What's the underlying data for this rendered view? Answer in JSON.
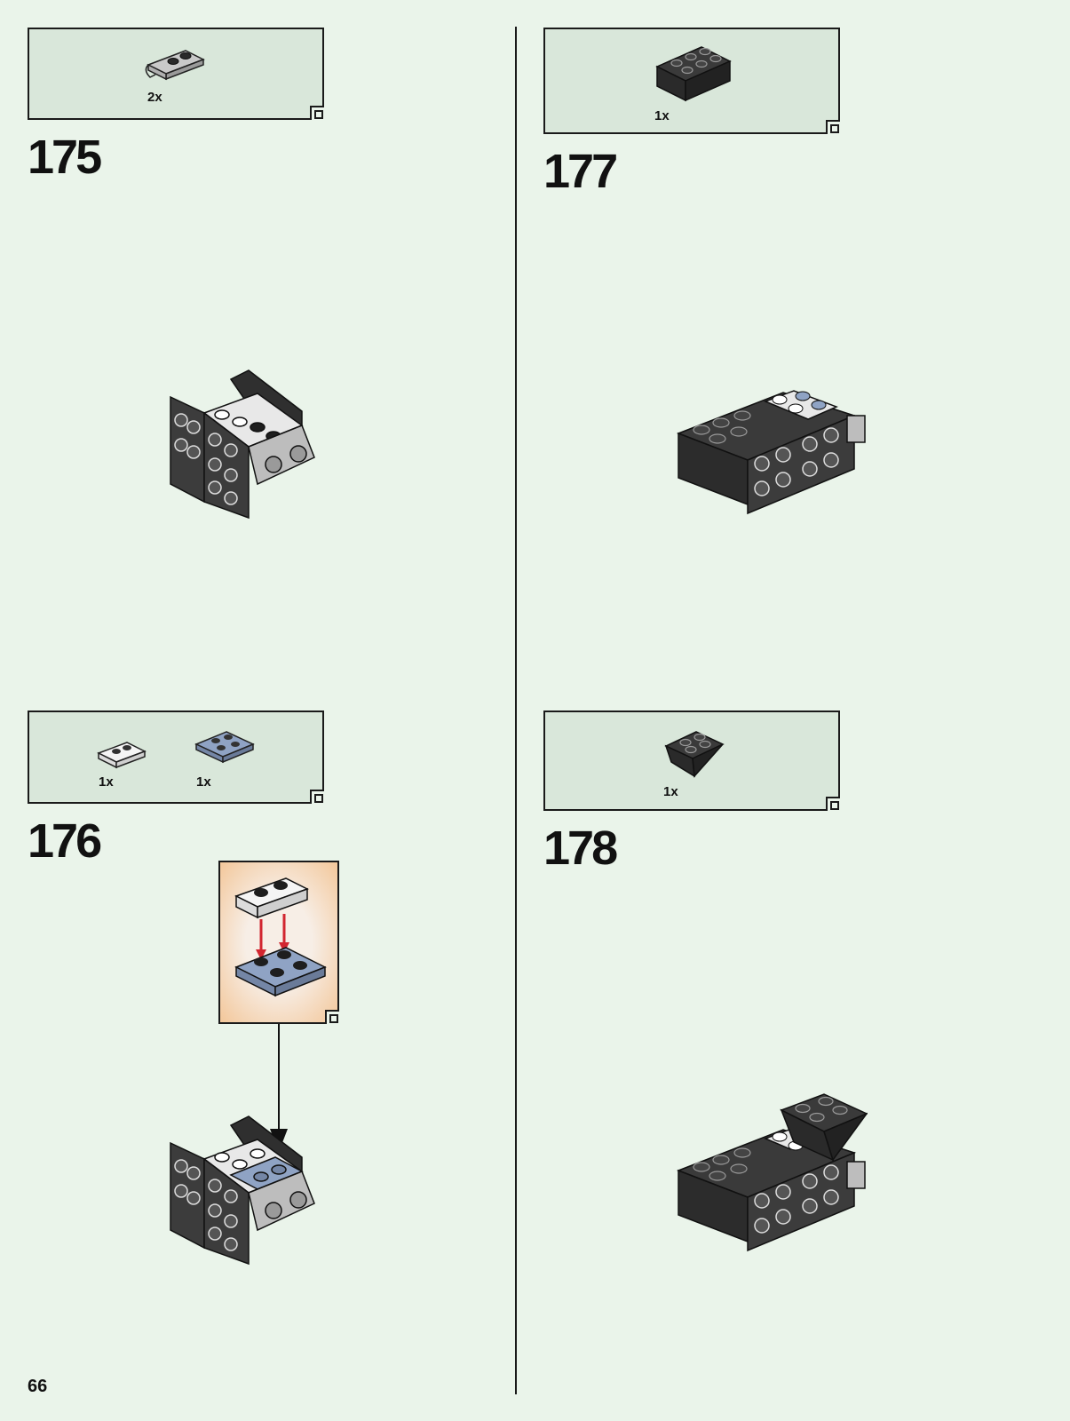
{
  "page_number": "66",
  "colors": {
    "background": "#eaf4ea",
    "callout_fill": "#d9e7da",
    "subassembly_fill": "#f7eee6",
    "arrow_red": "#d22630",
    "brick_dark": "#3a3a3a",
    "brick_light_gray": "#bdbdbd",
    "brick_blue": "#8fa3c4",
    "brick_white": "#f2f2f2"
  },
  "steps": [
    {
      "number": "175",
      "parts": [
        {
          "name": "light-gray-plate-with-clip",
          "qty": "2x"
        }
      ]
    },
    {
      "number": "176",
      "parts": [
        {
          "name": "white-plate-1x2",
          "qty": "1x"
        },
        {
          "name": "sand-blue-plate-2x2",
          "qty": "1x"
        }
      ]
    },
    {
      "number": "177",
      "parts": [
        {
          "name": "dark-brick-2x3",
          "qty": "1x"
        }
      ]
    },
    {
      "number": "178",
      "parts": [
        {
          "name": "dark-slope-inverted-2x2",
          "qty": "1x"
        }
      ]
    }
  ]
}
